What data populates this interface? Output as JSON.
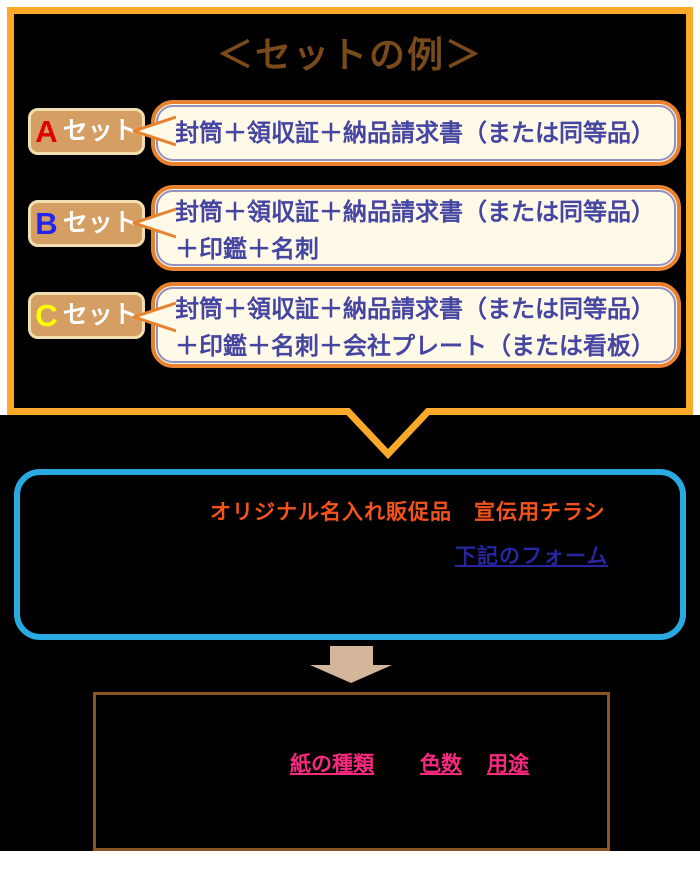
{
  "canvas": {
    "page_bg": "#FFFFFF",
    "graphic_bg": "#000000"
  },
  "set_examples_box": {
    "title": "＜セットの例＞",
    "title_color": "#7B4A1B",
    "border_color": "#FAA928",
    "badge_bg": "#D59E63",
    "badge_border": "#F1DFB2",
    "bubble_bg": "#FFF9E8",
    "bubble_border": "#E8822F",
    "bubble_inner_line": "#9191BE",
    "bubble_text_color": "#4545A2",
    "rows": [
      {
        "badge_letter": "A",
        "badge_letter_color": "#E00000",
        "badge_text": "セット",
        "bubble_lines": [
          "封筒＋領収証＋納品請求書（または同等品）"
        ]
      },
      {
        "badge_letter": "B",
        "badge_letter_color": "#2424F0",
        "badge_text": "セット",
        "bubble_lines": [
          "封筒＋領収証＋納品請求書（または同等品）",
          "＋印鑑＋名刺"
        ]
      },
      {
        "badge_letter": "C",
        "badge_letter_color": "#FFFF00",
        "badge_text": "セット",
        "bubble_lines": [
          "封筒＋領収証＋納品請求書（または同等品）",
          "＋印鑑＋名刺＋会社プレート（または看板）"
        ]
      }
    ]
  },
  "promo_box": {
    "border_color": "#29ABE2",
    "highlight_text": "オリジナル名入れ販促品　宣伝用チラシ",
    "highlight_color": "#F4541C",
    "link_label": "下記のフォーム",
    "link_color": "#2626A0"
  },
  "order_box": {
    "border_color": "#8A5526",
    "link_color": "#F9297F",
    "links": [
      {
        "label": "紙の種類"
      },
      {
        "label": "色数"
      },
      {
        "label": "用途"
      }
    ]
  },
  "arrows": {
    "notch_arrow_color": "#FAA928",
    "block_arrow_color": "#D4B69A"
  }
}
